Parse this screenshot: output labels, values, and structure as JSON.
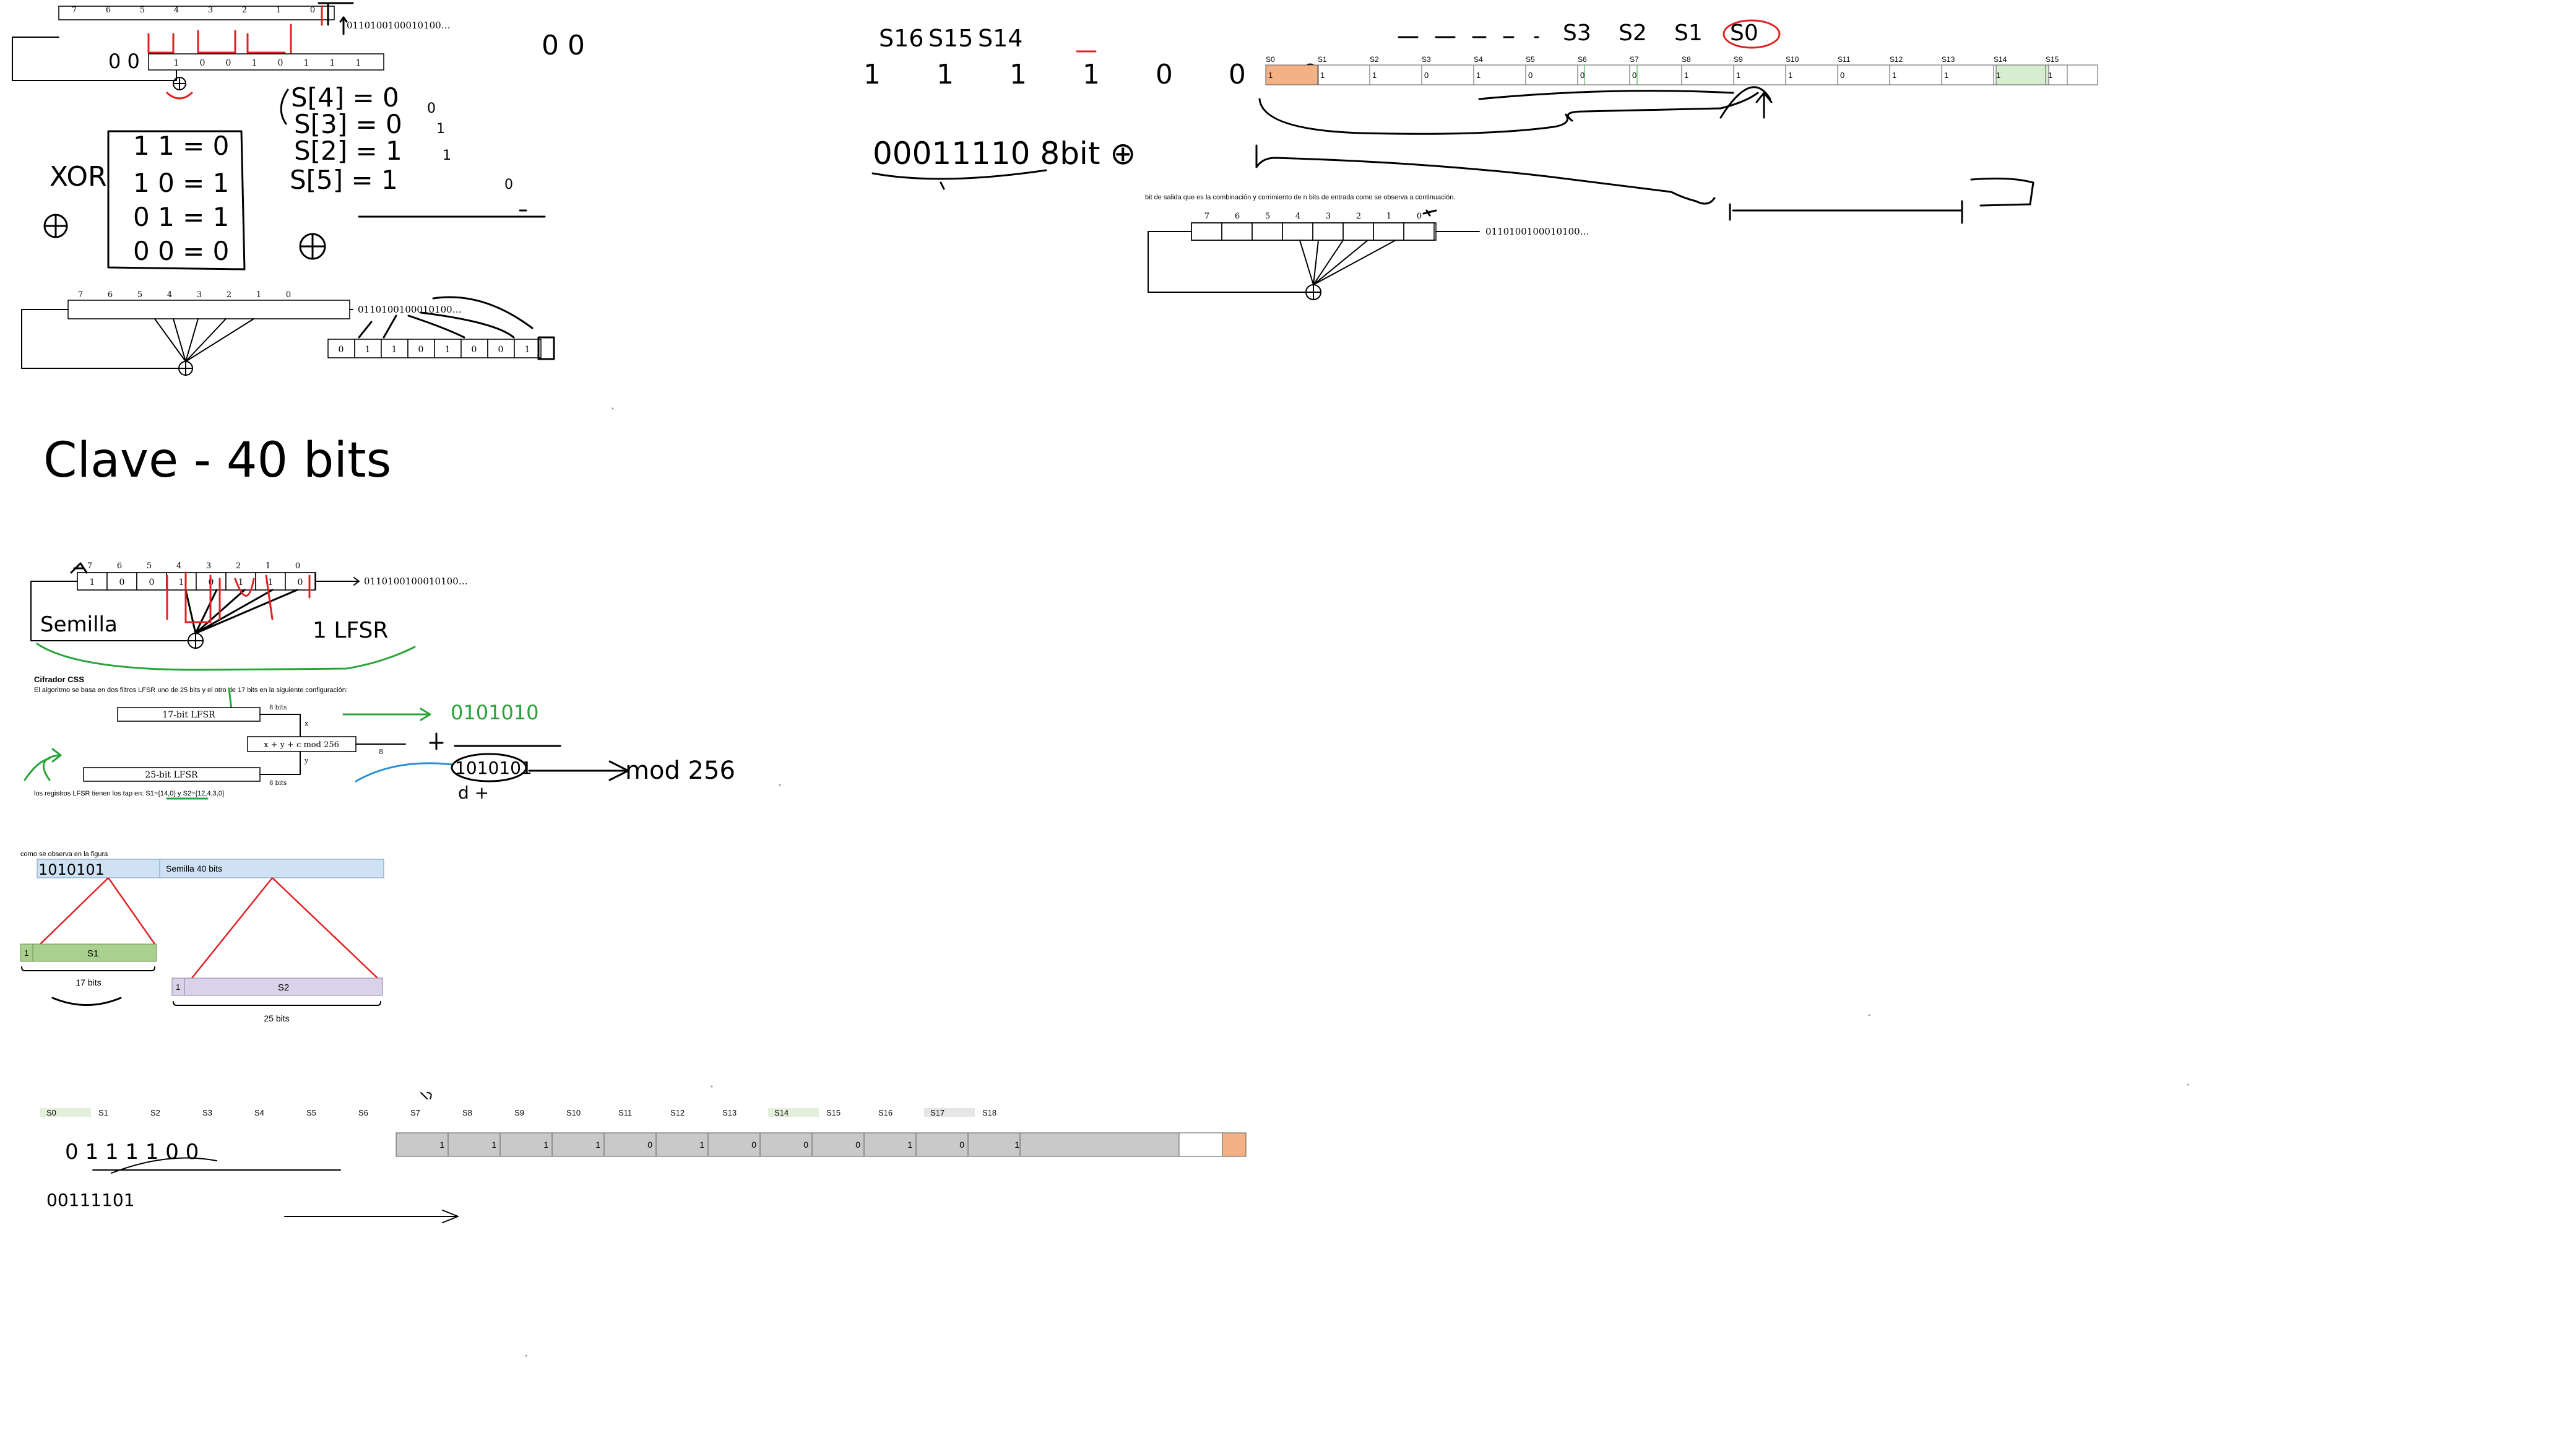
{
  "lfsr_top_left": {
    "indices": [
      "7",
      "6",
      "5",
      "4",
      "3",
      "2",
      "1",
      "0"
    ],
    "cells": [
      "0",
      "0",
      "1",
      "0",
      "0",
      "1",
      "0",
      "1",
      "1",
      "1"
    ],
    "stream": "0110100100010100…",
    "hand_bits": "0 0"
  },
  "notes_s_values": {
    "lines": [
      "S[4] = 0",
      "S[3] = 0",
      "S[2] = 1",
      "S[5] = 1"
    ],
    "side_marks": [
      "0",
      "1",
      "1",
      "0"
    ]
  },
  "xor_table": {
    "label": "XOR",
    "rows": [
      "1 1 = 0",
      "1 0 = 1",
      "0 1 = 1",
      "0 0 = 0"
    ]
  },
  "lfsr_left_2": {
    "indices": [
      "7",
      "6",
      "5",
      "4",
      "3",
      "2",
      "1",
      "0"
    ],
    "stream": "0110100100010100…",
    "bits": [
      "0",
      "1",
      "1",
      "0",
      "1",
      "0",
      "0",
      "1"
    ]
  },
  "clave": "Clave - 40 bits",
  "lfsr_seed": {
    "indices": [
      "7",
      "6",
      "5",
      "4",
      "3",
      "2",
      "1",
      "0"
    ],
    "cells": [
      "1",
      "0",
      "0",
      "1",
      "0",
      "1",
      "1",
      "0"
    ],
    "stream": "0110100100010100…",
    "hand_semilla": "Semilla",
    "hand_lfsr": "1 LFSR"
  },
  "css_section": {
    "title": "Cifrador CSS",
    "desc": "El algoritmo se basa en dos filtros LFSR uno de 25 bits y el otro de 17 bits en la siguiente configuración:",
    "lfsr17": "17-bit LFSR",
    "lfsr25": "25-bit LFSR",
    "mod": "x + y + c mod 256",
    "bits8_top": "8 bits",
    "bits8_bottom": "8 bits",
    "label_x": "x",
    "label_y": "y",
    "label_8": "8",
    "taps": "los registros LFSR tienen los tap en: S1={14,0} y S2={12,4,3,0}",
    "hand_green": "0101010",
    "hand_result": "1010101",
    "hand_mod": "mod 256",
    "hand_d": "d +"
  },
  "seed_figure": {
    "caption": "como se observa en la figura",
    "seed_label": "Semilla 40 bits",
    "hand_bits": "1010101",
    "s1_label": "S1",
    "s2_label": "S2",
    "one_a": "1",
    "one_b": "1",
    "bits17": "17 bits",
    "bits25": "25 bits"
  },
  "bottom_grid": {
    "headers": [
      "S0",
      "S1",
      "S2",
      "S3",
      "S4",
      "S5",
      "S6",
      "S7",
      "S8",
      "S9",
      "S10",
      "S11",
      "S12",
      "S13",
      "S14",
      "S15",
      "S16",
      "S17",
      "S18"
    ],
    "values": [
      "1",
      "1",
      "1",
      "1",
      "0",
      "1",
      "0",
      "0",
      "0",
      "1",
      "0",
      "1"
    ],
    "hand_bits": "0 1 1 1 1 0 0",
    "hand_bits2": "00111101"
  },
  "top_right": {
    "hand_s_labels": [
      "S16",
      "S15",
      "S14"
    ],
    "hand_s_right": [
      "S3",
      "S2",
      "S1",
      "S0"
    ],
    "hand_bits": "1 1 1 1 0 0 0",
    "headers": [
      "S0",
      "S1",
      "S2",
      "S3",
      "S4",
      "S5",
      "S6",
      "S7",
      "S8",
      "S9",
      "S10",
      "S11",
      "S12",
      "S13",
      "S14",
      "S15"
    ],
    "values": [
      "1",
      "1",
      "1",
      "0",
      "1",
      "0",
      "0",
      "0",
      "1",
      "1",
      "1",
      "0",
      "1",
      "1",
      "1",
      "1"
    ],
    "hand_byte": "00011110 8bit ⊕",
    "desc": "bit de salida que es la combinación y corrimiento de n bits de entrada como se observa a continuación.",
    "indices": [
      "7",
      "6",
      "5",
      "4",
      "3",
      "2",
      "1",
      "0"
    ],
    "stream": "0110100100010100…"
  },
  "colors": {
    "red": "#e02020",
    "green": "#2aa33a",
    "blue": "#2a8fd0",
    "orange": "#f4b183",
    "seed_blue": "#cfe2f3",
    "s1_green": "#a9d08e",
    "s2_purple": "#d9d2e9"
  }
}
